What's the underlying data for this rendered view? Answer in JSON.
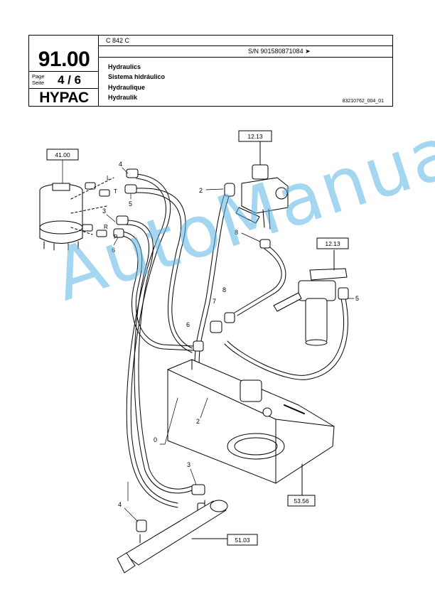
{
  "header": {
    "section_number": "91.00",
    "page_label_en": "Page",
    "page_label_de": "Seite",
    "page_value": "4 / 6",
    "brand": "HYPAC",
    "model": "C 842 C",
    "serial": "S/N 901580871084  ➤",
    "titles": [
      "Hydraulics",
      "Sistema hidráulico",
      "Hydraulique",
      "Hydraulik"
    ],
    "drawing_number": "83210762_004_01"
  },
  "references": {
    "steering_unit": "41.00",
    "control_valve": "12.13",
    "filter": "12.13",
    "tank": "53.56",
    "cylinder": "51.03"
  },
  "callouts": {
    "c_top_4": "4",
    "c_top_5": "5",
    "c_top_3": "3",
    "c_top_6": "6",
    "c_2": "2",
    "c_8a": "8",
    "c_8b": "8",
    "c_7": "7",
    "c_6b": "6",
    "c_5b": "5",
    "c_2b": "2",
    "c_0": "0",
    "c_3b": "3",
    "c_4b": "4"
  },
  "port_labels": {
    "L": "L",
    "T": "T",
    "P": "P",
    "R": "R"
  },
  "watermark": "AutoManual"
}
